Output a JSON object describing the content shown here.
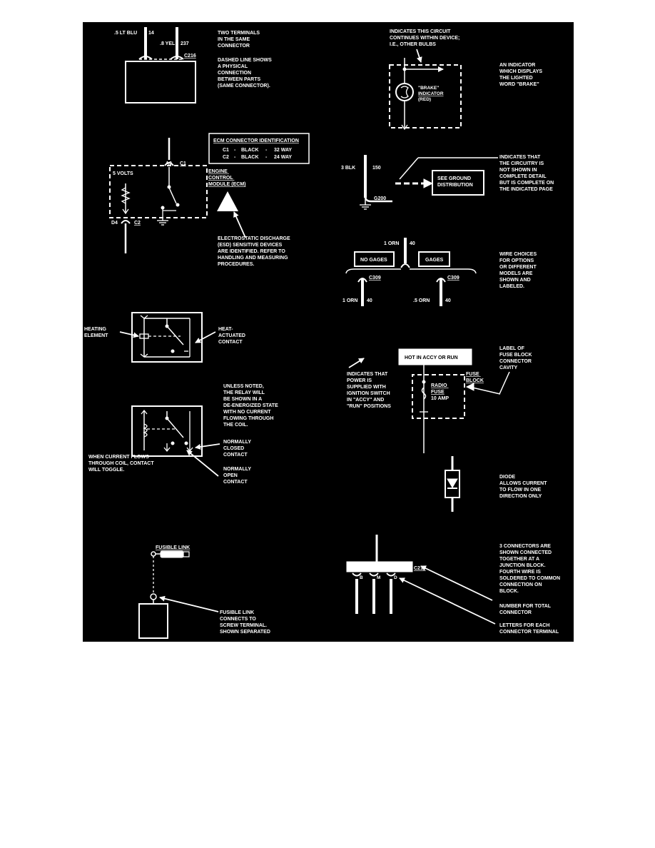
{
  "legend": {
    "two_terminals": {
      "wire1": ".5 LT BLU",
      "wire1_circuit": "14",
      "wire2": ".8 YEL",
      "wire2_circuit": "237",
      "connector": "C216",
      "note": [
        "TWO TERMINALS",
        "IN THE SAME",
        "CONNECTOR"
      ],
      "dashed_note": [
        "DASHED LINE SHOWS",
        "A PHYSICAL",
        "CONNECTION",
        "BETWEEN PARTS",
        "(SAME CONNECTOR)."
      ]
    },
    "ecm": {
      "table_title": "ECM CONNECTOR IDENTIFICATION",
      "rows": [
        {
          "c": "C1",
          "dash": "-",
          "color": "BLACK",
          "dash2": "-",
          "way": "32 WAY"
        },
        {
          "c": "C2",
          "dash": "-",
          "color": "BLACK",
          "dash2": "-",
          "way": "24 WAY"
        }
      ],
      "pin_a": "A9",
      "conn_c1": "C1",
      "pin_d": "D4",
      "conn_c2": "C2",
      "volts": "5 VOLTS",
      "module_lines": [
        "ENGINE",
        "CONTROL",
        "MODULE (ECM)"
      ],
      "esd_note": [
        "ELECTROSTATIC DISCHARGE",
        "(ESD) SENSITIVE DEVICES",
        "ARE IDENTIFIED.  REFER TO",
        "HANDLING AND MEASURING",
        "PROCEDURES."
      ]
    },
    "heating": {
      "element_label": [
        "HEATING",
        "ELEMENT"
      ],
      "contact_label": [
        "HEAT-",
        "ACTUATED",
        "CONTACT"
      ]
    },
    "relay": {
      "note": [
        "UNLESS NOTED,",
        "THE RELAY WILL",
        "BE SHOWN IN A",
        "DE-ENERGIZED STATE",
        "WITH NO CURRENT",
        "FLOWING THROUGH",
        "THE COIL."
      ],
      "nc_label": [
        "NORMALLY",
        "CLOSED",
        "CONTACT"
      ],
      "no_label": [
        "NORMALLY",
        "OPEN",
        "CONTACT"
      ],
      "toggle_note": [
        "WHEN CURRENT FLOWS",
        "THROUGH COIL, CONTACT",
        "WILL TOGGLE."
      ]
    },
    "fusible_link": {
      "title": "FUSIBLE LINK",
      "note": [
        "FUSIBLE LINK",
        "CONNECTS TO",
        "SCREW TERMINAL.",
        "SHOWN SEPARATED"
      ]
    },
    "indicator": {
      "continues_note": [
        "INDICATES THIS CIRCUIT",
        "CONTINUES WITHIN DEVICE;",
        "I.E., OTHER BULBS"
      ],
      "bulb_label": [
        "\"BRAKE\"",
        "INDICATOR",
        "(RED)"
      ],
      "side_note": [
        "AN INDICATOR",
        "WHICH DISPLAYS",
        "THE LIGHTED",
        "WORD \"BRAKE\""
      ]
    },
    "ground": {
      "wire": "3 BLK",
      "circuit": "150",
      "ground_id": "G200",
      "box": [
        "SEE GROUND",
        "DISTRIBUTION"
      ],
      "note": [
        "INDICATES THAT",
        "THE CIRCUITRY IS",
        "NOT SHOWN IN",
        "COMPLETE DETAIL",
        "BUT IS COMPLETE ON",
        "THE INDICATED PAGE"
      ]
    },
    "wire_choices": {
      "top_wire": "1 ORN",
      "top_circuit": "40",
      "left_box": "NO GAGES",
      "right_box": "GAGES",
      "conn_left": "C309",
      "conn_right": "C309",
      "bottom_left_wire": "1 ORN",
      "bottom_left_circuit": "40",
      "bottom_right_wire": ".5 ORN",
      "bottom_right_circuit": "40",
      "note": [
        "WIRE CHOICES",
        "FOR OPTIONS",
        "OR DIFFERENT",
        "MODELS ARE",
        "SHOWN AND",
        "LABELED."
      ]
    },
    "fuse": {
      "hot_label": "HOT IN ACCY OR RUN",
      "label_note": [
        "LABEL OF",
        "FUSE BLOCK",
        "CONNECTOR",
        "CAVITY"
      ],
      "power_note": [
        "INDICATES THAT",
        "POWER IS",
        "SUPPLIED WITH",
        "IGNITION SWITCH",
        "IN \"ACCY\" AND",
        "\"RUN\" POSITIONS"
      ],
      "fuse_block": [
        "FUSE",
        "BLOCK"
      ],
      "fuse_name": [
        "RADIO",
        "FUSE"
      ],
      "amp": "10 AMP"
    },
    "diode": {
      "note": [
        "DIODE",
        "ALLOWS CURRENT",
        "TO FLOW IN ONE",
        "DIRECTION ONLY"
      ]
    },
    "junction": {
      "connector": "C210",
      "letters": [
        "B",
        "M",
        "D"
      ],
      "note": [
        "3 CONNECTORS ARE",
        "SHOWN CONNECTED",
        "TOGETHER AT A",
        "JUNCTION BLOCK.",
        "FOURTH WIRE IS",
        "SOLDERED TO COMMON",
        "CONNECTION ON",
        "BLOCK."
      ],
      "number_note": [
        "NUMBER FOR TOTAL",
        "CONNECTOR"
      ],
      "letters_note": [
        "LETTERS FOR EACH",
        "CONNECTOR TERMINAL"
      ]
    }
  }
}
